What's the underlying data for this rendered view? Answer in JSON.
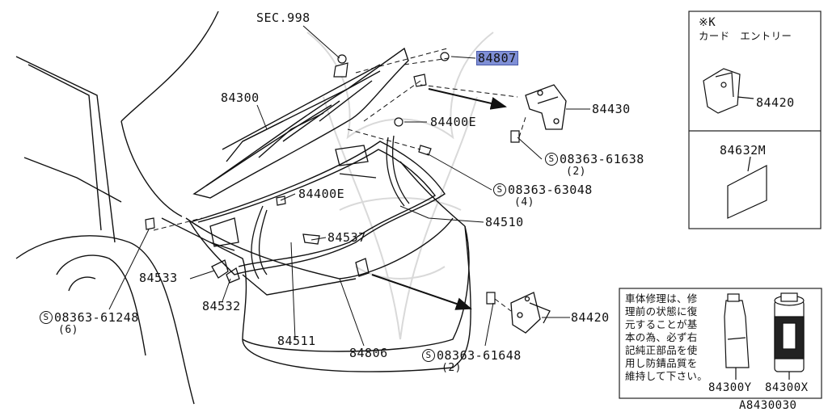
{
  "labels": {
    "sec998": "SEC.998",
    "p84807": "84807",
    "p84300": "84300",
    "p84430": "84430",
    "p84400E_a": "84400E",
    "p84400E_b": "84400E",
    "s61638": "08363-61638",
    "q2_a": "(2)",
    "s63048": "08363-63048",
    "q4": "(4)",
    "p84510": "84510",
    "p84537": "84537",
    "p84533": "84533",
    "p84532": "84532",
    "s61248": "08363-61248",
    "q6": "(6)",
    "p84511": "84511",
    "p84806": "84806",
    "s61648": "08363-61648",
    "q2_b": "(2)",
    "p84420": "84420",
    "code": "A8430030",
    "s_mark": "S"
  },
  "inset_card": {
    "title": "※K",
    "subtitle": "カード　エントリー",
    "part_a": "84420",
    "part_b": "84632M"
  },
  "inset_paint": {
    "lines": [
      "車体修理は、修",
      "理前の状態に復",
      "元することが基",
      "本の為、必ず右",
      "記純正部品を使",
      "用し防錆品質を",
      "維持して下さい。"
    ],
    "part_y": "84300Y",
    "part_x": "84300X"
  },
  "colors": {
    "highlight": "#7f8fd6",
    "line": "#111111"
  }
}
